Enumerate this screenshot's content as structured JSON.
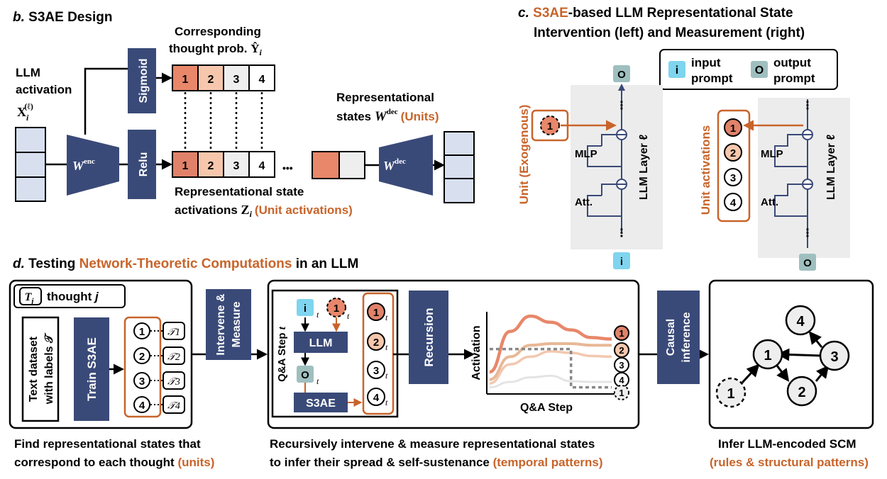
{
  "colors": {
    "navy": "#3a4a78",
    "orange": "#c8642a",
    "lightblue": "#d8e0f0",
    "cyan": "#7fd4ee",
    "grey_output": "#9fbfbf",
    "panel_grey": "#ececec"
  },
  "panel_b": {
    "letter": "b.",
    "title": "S3AE Design",
    "corresponding_1": "Corresponding",
    "corresponding_2": "thought prob.",
    "yhat": "Ŷ",
    "yhat_sub": "i",
    "llm_1": "LLM",
    "llm_2": "activation",
    "x_sym": "X",
    "x_sub": "i",
    "x_sup": "(ℓ)",
    "sigmoid": "Sigmoid",
    "relu": "Relu",
    "w_enc": "W",
    "w_enc_sup": "enc",
    "w_dec": "W",
    "w_dec_sup": "dec",
    "thought_cells": [
      "1",
      "2",
      "3",
      "4"
    ],
    "act_cells": [
      "1",
      "2",
      "3",
      "4"
    ],
    "ellipsis": "•••",
    "rep_states_1": "Representational",
    "rep_states_2": "states",
    "rep_states_sym": "W",
    "rep_states_sup": "dec",
    "rep_states_units": "(Units)",
    "rep_act_1": "Representational state",
    "rep_act_2": "activations",
    "rep_act_sym": "Z",
    "rep_act_sub": "i",
    "rep_act_units": "(Unit activations)"
  },
  "panel_c": {
    "letter": "c.",
    "title_highlight": "S3AE",
    "title_rest": "-based LLM Representational State",
    "title_line2": "Intervention (left) and Measurement (right)",
    "legend_i": "i",
    "legend_input_1": "input",
    "legend_input_2": "prompt",
    "legend_o": "O",
    "legend_output_1": "output",
    "legend_output_2": "prompt",
    "unit_exogenous": "Unit (Exogenous)",
    "unit_node": "1",
    "mlp": "MLP",
    "att": "Att.",
    "layer_label": "LLM Layer ℓ",
    "o_node": "O",
    "i_node": "i",
    "dots": "⋮",
    "unit_activations": "Unit activations",
    "act_nodes": [
      "1",
      "2",
      "3",
      "4"
    ]
  },
  "panel_d": {
    "letter": "d.",
    "title_pre": "Testing ",
    "title_highlight": "Network-Theoretic Computations",
    "title_post": " in an LLM",
    "legend_t": "T",
    "legend_t_sub": "j",
    "legend_thought": "thought",
    "legend_j": "j",
    "dataset_1": "Text dataset",
    "dataset_2": "with labels 𝒯",
    "train": "Train S3AE",
    "unit_rows": [
      "1",
      "2",
      "3",
      "4"
    ],
    "thought_rows": [
      "𝒯1",
      "𝒯2",
      "𝒯3",
      "𝒯4"
    ],
    "intervene_1": "Intervene &",
    "intervene_2": "Measure",
    "qa_step": "Q&A Step",
    "qa_t": "t",
    "i_node": "i",
    "t_sub": "t",
    "ex_node": "1",
    "llm": "LLM",
    "o_node": "O",
    "s3ae": "S3AE",
    "act_nodes": [
      "1",
      "2",
      "3",
      "4"
    ],
    "recursion": "Recursion",
    "causal_1": "Causal",
    "causal_2": "inference",
    "scm_nodes": [
      "4",
      "1",
      "3",
      "2",
      "1"
    ],
    "caption1_1": "Find representational states that",
    "caption1_2": "correspond to each thought",
    "caption1_units": "(units)",
    "caption2_1": "Recursively intervene & measure representational states",
    "caption2_2": "to infer their spread & self-sustenance",
    "caption2_tp": "(temporal patterns)",
    "caption3_1": "Infer LLM-encoded SCM",
    "caption3_2": "(rules & structural patterns)"
  },
  "chart_data": {
    "type": "line",
    "xlabel": "Q&A Step",
    "ylabel": "Activation",
    "series": [
      {
        "name": "1",
        "values": [
          0.25,
          0.78,
          0.98,
          0.9,
          0.8,
          0.7,
          0.68
        ]
      },
      {
        "name": "2",
        "values": [
          0.15,
          0.45,
          0.6,
          0.62,
          0.62,
          0.6,
          0.6
        ]
      },
      {
        "name": "3",
        "values": [
          0.1,
          0.35,
          0.45,
          0.52,
          0.5,
          0.46,
          0.45
        ]
      },
      {
        "name": "4",
        "values": [
          0.05,
          0.12,
          0.18,
          0.2,
          0.13,
          0.12,
          0.12
        ]
      },
      {
        "name": "exogenous",
        "values": [
          0.55,
          0.55,
          0.55,
          0.55,
          0.05,
          0.05,
          0.05
        ]
      }
    ],
    "end_labels": [
      "1",
      "2",
      "3",
      "4",
      "1"
    ]
  }
}
